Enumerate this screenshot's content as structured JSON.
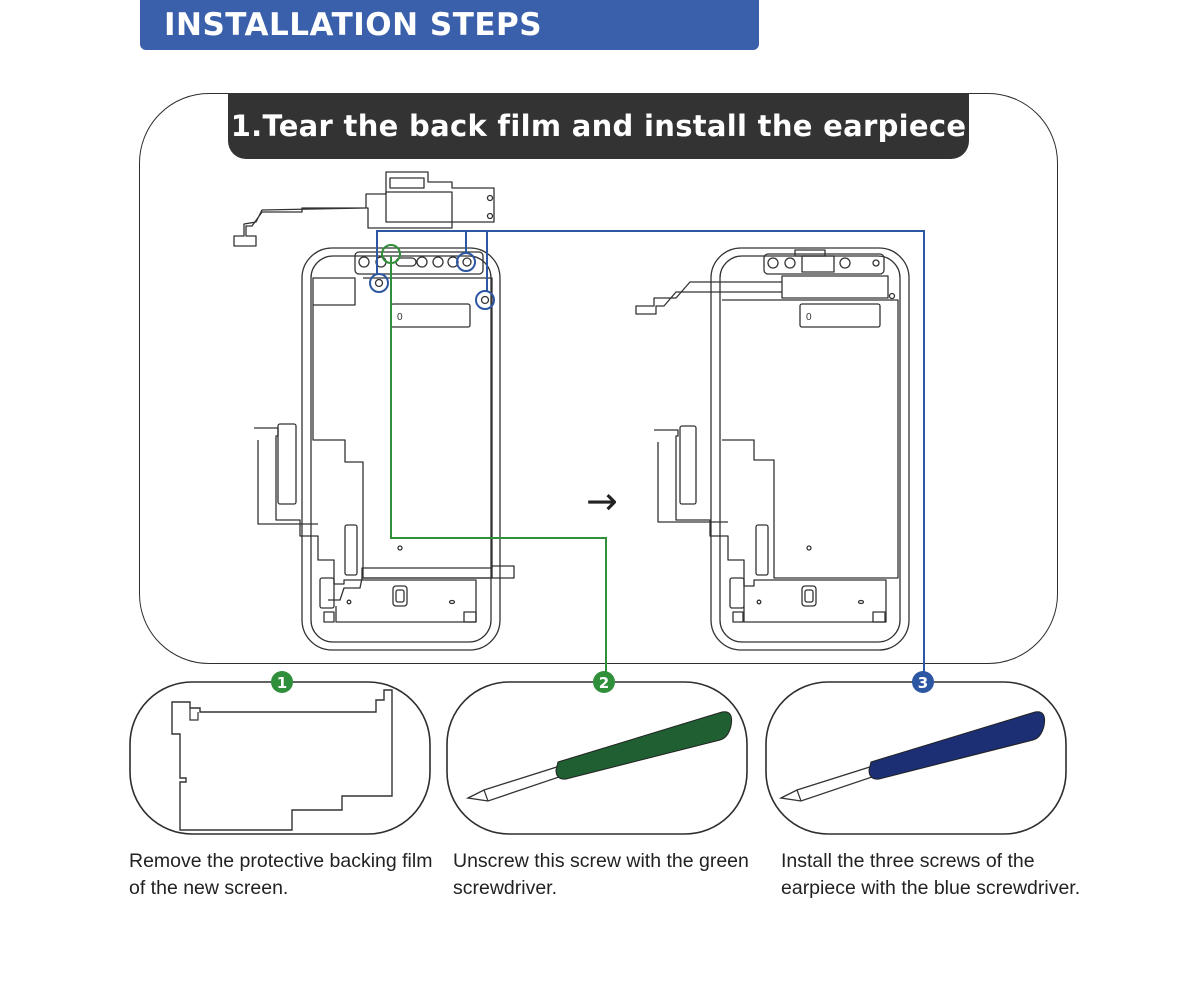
{
  "header": {
    "title": "INSTALLATION STEPS",
    "color": "#3a60ab"
  },
  "step": {
    "title": "1.Tear the back film and install the earpiece",
    "bar_color": "#333333"
  },
  "phones": {
    "label_left": "0",
    "label_right": "0",
    "arrow": "→"
  },
  "callouts": [
    {
      "number": "1",
      "badge_color": "#2f8f3a",
      "caption_lines": [
        "Remove the protective backing film",
        "of the new screen."
      ]
    },
    {
      "number": "2",
      "badge_color": "#2f8f3a",
      "tool_color": "#1f5f31",
      "caption_lines": [
        "Unscrew this screw with the green",
        "screwdriver."
      ]
    },
    {
      "number": "3",
      "badge_color": "#2d57a3",
      "tool_color": "#1c2e74",
      "caption_lines": [
        "Install the three screws of the",
        "earpiece with the blue screwdriver."
      ]
    }
  ],
  "leader_colors": {
    "green": "#2f8f3a",
    "blue": "#2d57a3"
  }
}
